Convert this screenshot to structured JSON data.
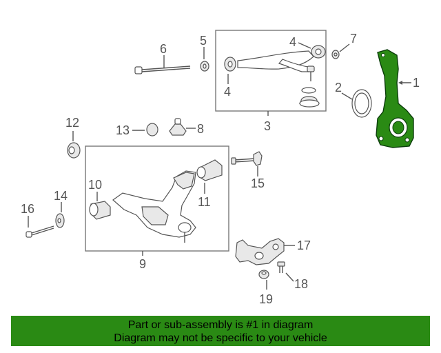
{
  "callouts": {
    "c1": "1",
    "c2": "2",
    "c3": "3",
    "c4a": "4",
    "c4b": "4",
    "c5": "5",
    "c6": "6",
    "c7": "7",
    "c8": "8",
    "c9": "9",
    "c10": "10",
    "c11": "11",
    "c12": "12",
    "c13": "13",
    "c14": "14",
    "c15": "15",
    "c16": "16",
    "c17": "17",
    "c18": "18",
    "c19": "19"
  },
  "colors": {
    "highlight": "#2a8a14",
    "banner": "#2a8a14",
    "line": "#555555"
  },
  "banner": {
    "line1": "Part or sub-assembly is #1 in diagram",
    "line2": "Diagram may not be specific to your vehicle"
  }
}
